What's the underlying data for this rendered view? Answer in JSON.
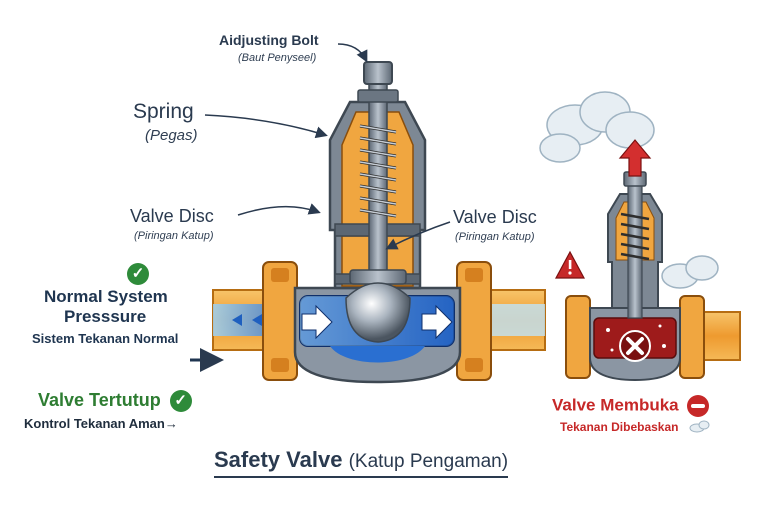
{
  "labels": {
    "adjusting_bolt": "Aidjusting Bolt",
    "adjusting_bolt_sub": "(Baut Penyseel)",
    "spring": "Spring",
    "spring_sub": "(Pegas)",
    "valve_disc_left": "Valve Disc",
    "valve_disc_left_sub": "(Piringan Katup)",
    "valve_disc_right": "Valve Disc",
    "valve_disc_right_sub": "(Piringan Katup)",
    "normal_line1": "Normal System",
    "normal_line2": "Presssure",
    "normal_sub": "Sistem Tekanan Normal",
    "closed_title": "Valve Tertutup",
    "closed_sub": "Kontrol Tekanan Aman",
    "open_title": "Valve Membuka",
    "open_sub": "Tekanan Dibebaskan",
    "title_main": "Safety Valve",
    "title_paren": "(Katup Pengaman)"
  },
  "icons": {
    "ok": "check-circle-icon",
    "alert": "warning-triangle-icon",
    "stop": "no-entry-icon",
    "release": "up-arrow-icon"
  },
  "colors": {
    "ok": "#2e8b3a",
    "danger": "#c62828",
    "body_steel": "#7b8794",
    "spring_orange": "#e8892b",
    "flow_blue": "#1f5fbf",
    "pipe_orange": "#f0a640"
  }
}
